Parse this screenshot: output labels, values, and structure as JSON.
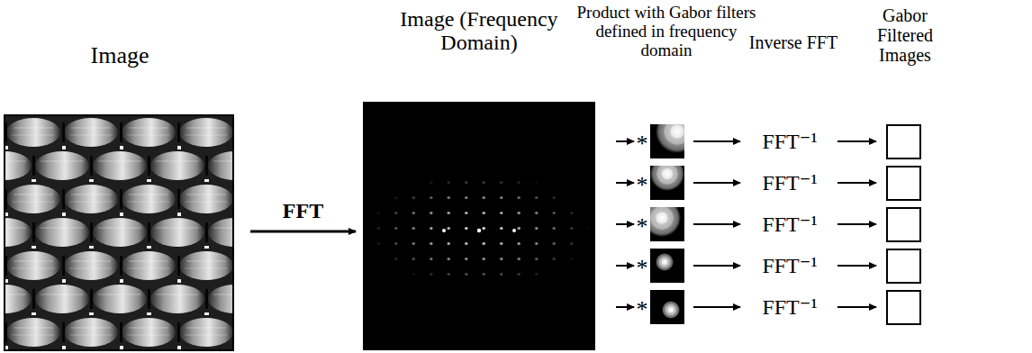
{
  "diagram": {
    "nodes": [
      {
        "text": [
          "Image"
        ]
      },
      {
        "text": [
          "Image (Frequency Domain)"
        ]
      }
    ],
    "edges": [
      {
        "from": 0,
        "to": 1,
        "arrow": "to",
        "label": "FFT"
      }
    ],
    "labels": [
      "Product with Gabor filters defined in frequency domain",
      "Inverse FFT",
      "Gabor Filtered Images",
      "*",
      "FFT⁻¹",
      "*",
      "FFT⁻¹",
      "*",
      "FFT⁻¹",
      "*",
      "FFT⁻¹",
      "*",
      "FFT⁻¹"
    ]
  }
}
